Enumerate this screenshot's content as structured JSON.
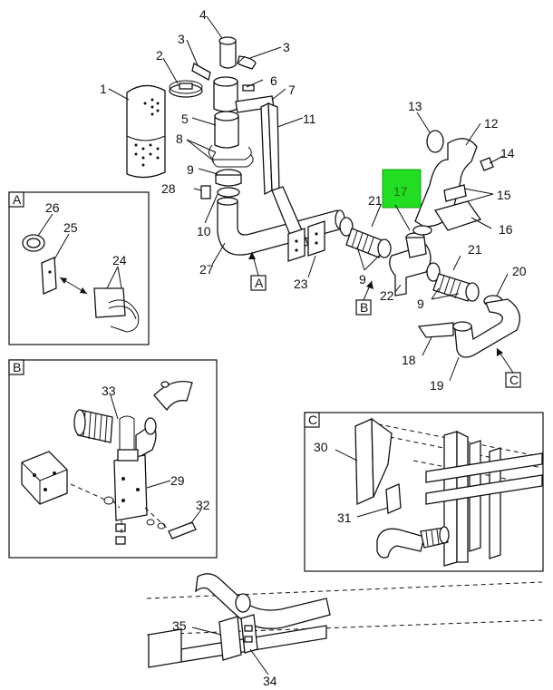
{
  "diagram": {
    "labels": {
      "n1": "1",
      "n2": "2",
      "n3a": "3",
      "n3b": "3",
      "n4": "4",
      "n5": "5",
      "n6": "6",
      "n7": "7",
      "n8": "8",
      "n9a": "9",
      "n9b": "9",
      "n9c": "9",
      "n10": "10",
      "n11": "11",
      "n12": "12",
      "n13": "13",
      "n14": "14",
      "n15": "15",
      "n16": "16",
      "n17": "17",
      "n18": "18",
      "n19": "19",
      "n20": "20",
      "n21a": "21",
      "n21b": "21",
      "n22": "22",
      "n23": "23",
      "n24": "24",
      "n25": "25",
      "n26": "26",
      "n27": "27",
      "n28": "28",
      "n29": "29",
      "n30": "30",
      "n31": "31",
      "n32": "32",
      "n33": "33",
      "n34": "34",
      "n35": "35"
    },
    "views": {
      "a": "A",
      "b": "B",
      "c": "C"
    },
    "highlight_color": "#22dd22"
  }
}
